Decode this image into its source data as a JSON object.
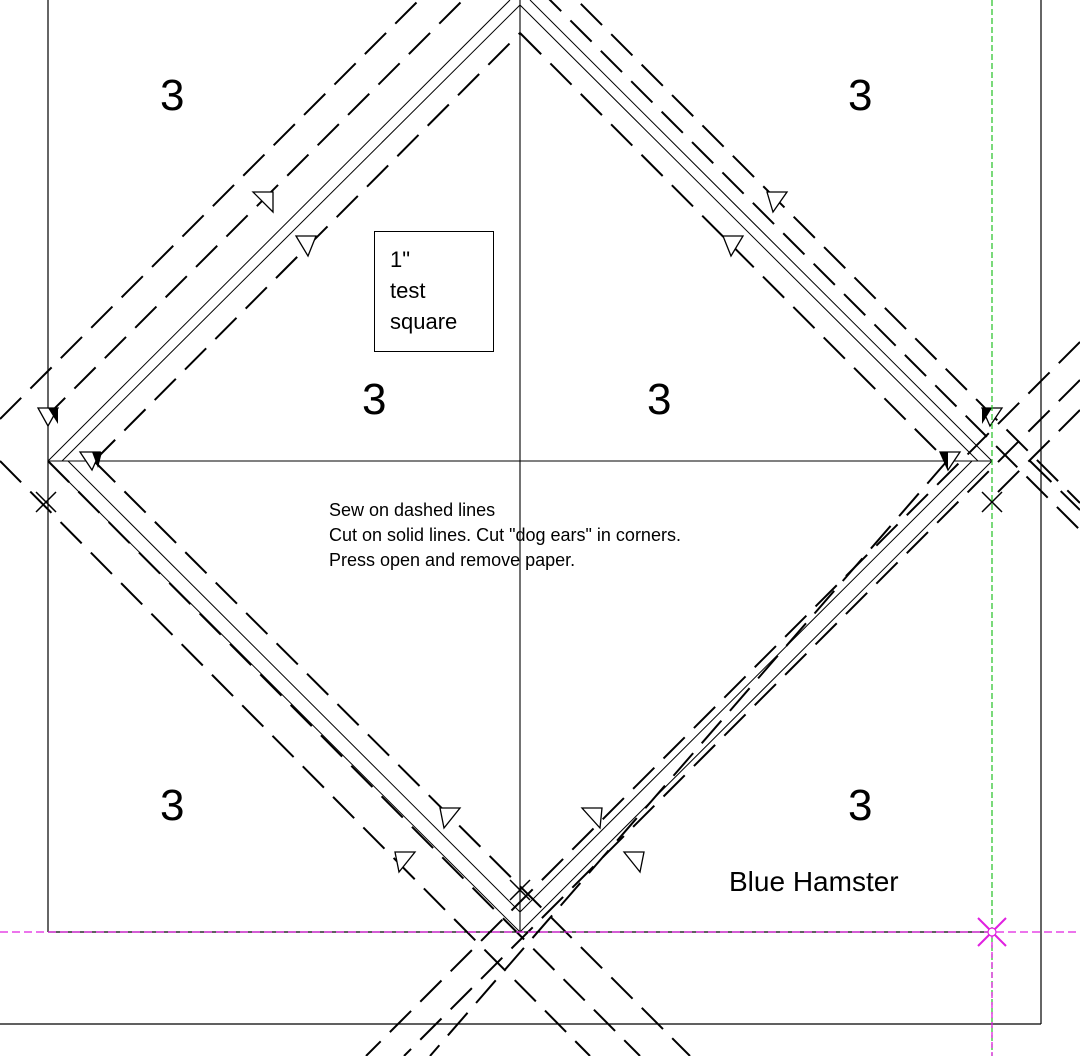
{
  "diagram": {
    "piece_number_label": "3",
    "test_square": {
      "line1": "1\"",
      "line2": "test",
      "line3": "square"
    },
    "instructions": {
      "line1": "Sew on dashed lines",
      "line2": "Cut on solid lines. Cut \"dog ears\" in corners.",
      "line3": "Press open and remove paper."
    },
    "designer_name": "Blue Hamster",
    "colors": {
      "ink": "#000000",
      "guide_vertical": "#22c022",
      "guide_horizontal": "#e020e0",
      "background": "#ffffff"
    }
  }
}
